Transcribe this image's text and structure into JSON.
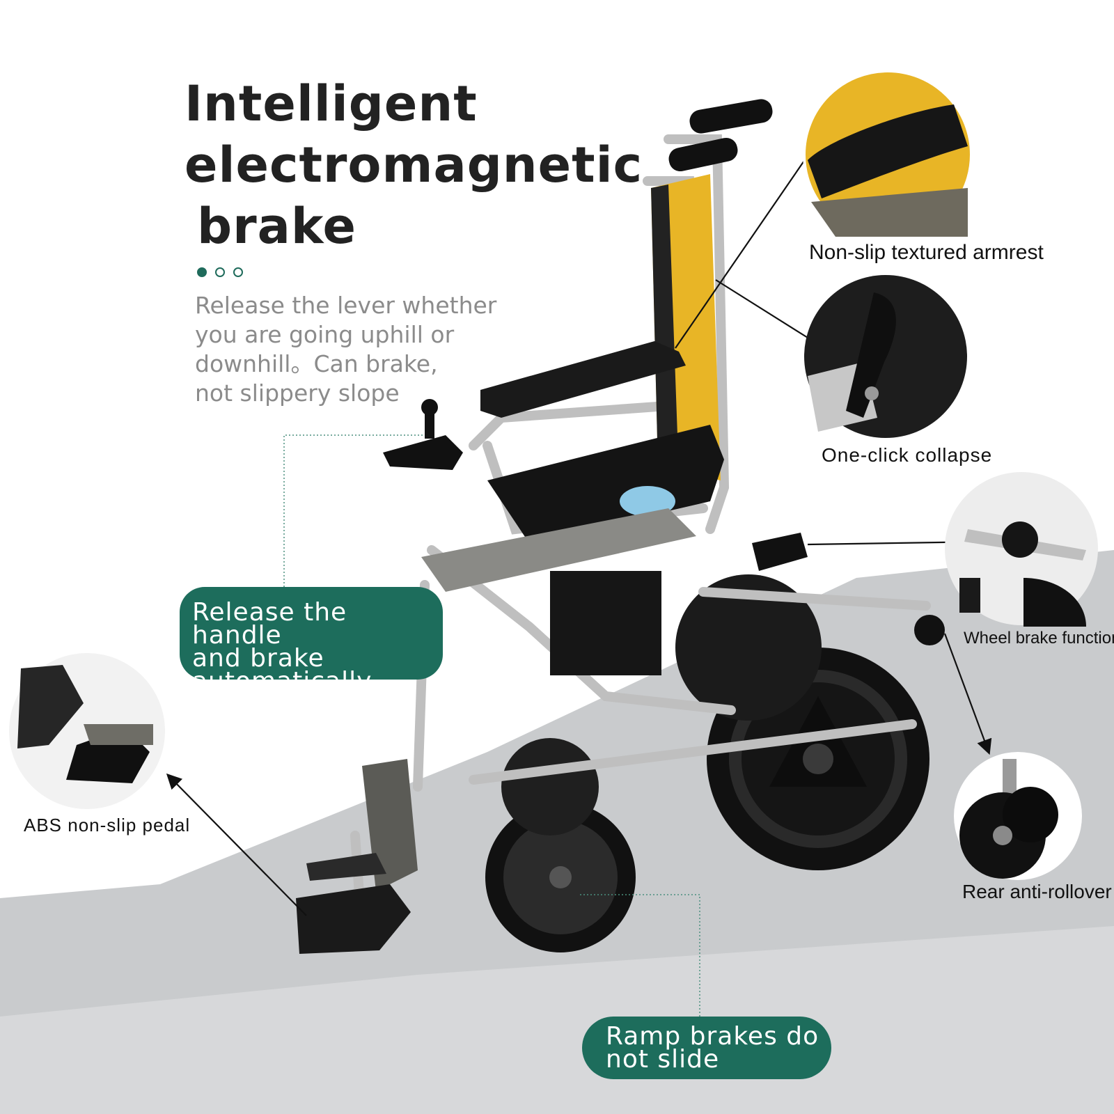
{
  "headline": {
    "line1": "Intelligent",
    "line2": "electromagnetic",
    "line3": "brake"
  },
  "pager": {
    "total": 3,
    "active_index": 0
  },
  "description": {
    "line1": "Release the lever whether",
    "line2": "you are going uphill or",
    "line3": "downhill。Can brake,",
    "line4": "not slippery slope"
  },
  "badges": {
    "release": {
      "line1": "Release the handle",
      "line2": "and brake",
      "line3": "automatically"
    },
    "ramp": {
      "line1": "Ramp brakes do",
      "line2": "not slide"
    }
  },
  "callouts": {
    "armrest": "Non-slip textured armrest",
    "collapse": "One-click collapse",
    "wheel_brake": "Wheel brake function",
    "anti_rollover": "Rear anti-rollover",
    "pedal": "ABS non-slip pedal"
  },
  "colors": {
    "accent_green": "#1d6d5c",
    "seat_back_yellow": "#e8b526",
    "frame_silver": "#bfbfbf",
    "ramp_gray": "#c9cbcd",
    "text_dark": "#222222",
    "text_muted": "#8b8b8b"
  }
}
